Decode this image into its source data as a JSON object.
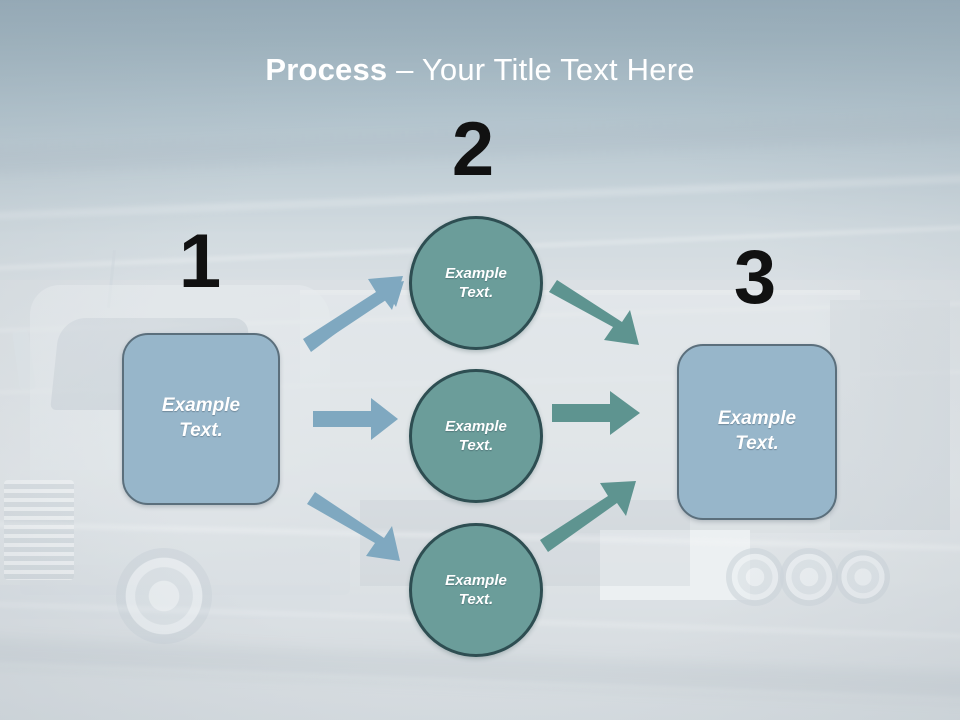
{
  "slide": {
    "title": {
      "strong": "Process",
      "rest": " – Your Title Text Here"
    },
    "background": {
      "description": "faded photograph of a white semi-truck on a highway",
      "sky_color": "#5b7d92",
      "ground_color": "#d9dee2"
    },
    "theme": {
      "blue": "#97b6ca",
      "blue_border": "#5b6f7c",
      "teal": "#6b9d9a",
      "teal_border": "#2e4e52",
      "blue_arrow": "#7fa8c0",
      "teal_arrow": "#5e9490",
      "title_color": "#ffffff",
      "number_color": "#111111"
    },
    "steps": [
      {
        "number": "1",
        "label": "Example\nText.",
        "shape": "rounded-rectangle",
        "color": "#97b6ca"
      },
      {
        "number": "2",
        "label": "Example\nText.",
        "shape": "circle",
        "color": "#6b9d9a"
      },
      {
        "number": "3",
        "label": "Example\nText.",
        "shape": "rounded-rectangle",
        "color": "#97b6ca"
      }
    ],
    "stage_one": {
      "box": {
        "label": "Example\nText."
      }
    },
    "stage_two": {
      "circles": [
        {
          "label": "Example\nText."
        },
        {
          "label": "Example\nText."
        },
        {
          "label": "Example\nText."
        }
      ]
    },
    "stage_three": {
      "box": {
        "label": "Example\nText."
      }
    },
    "arrows": [
      {
        "name": "arrow-1-to-2-top",
        "direction": "up-right",
        "color": "#7fa8c0"
      },
      {
        "name": "arrow-1-to-2-middle",
        "direction": "right",
        "color": "#7fa8c0"
      },
      {
        "name": "arrow-1-to-2-bottom",
        "direction": "down-right",
        "color": "#7fa8c0"
      },
      {
        "name": "arrow-2-to-3-top",
        "direction": "down-right",
        "color": "#5e9490"
      },
      {
        "name": "arrow-2-to-3-middle",
        "direction": "right",
        "color": "#5e9490"
      },
      {
        "name": "arrow-2-to-3-bottom",
        "direction": "up-right",
        "color": "#5e9490"
      }
    ]
  }
}
